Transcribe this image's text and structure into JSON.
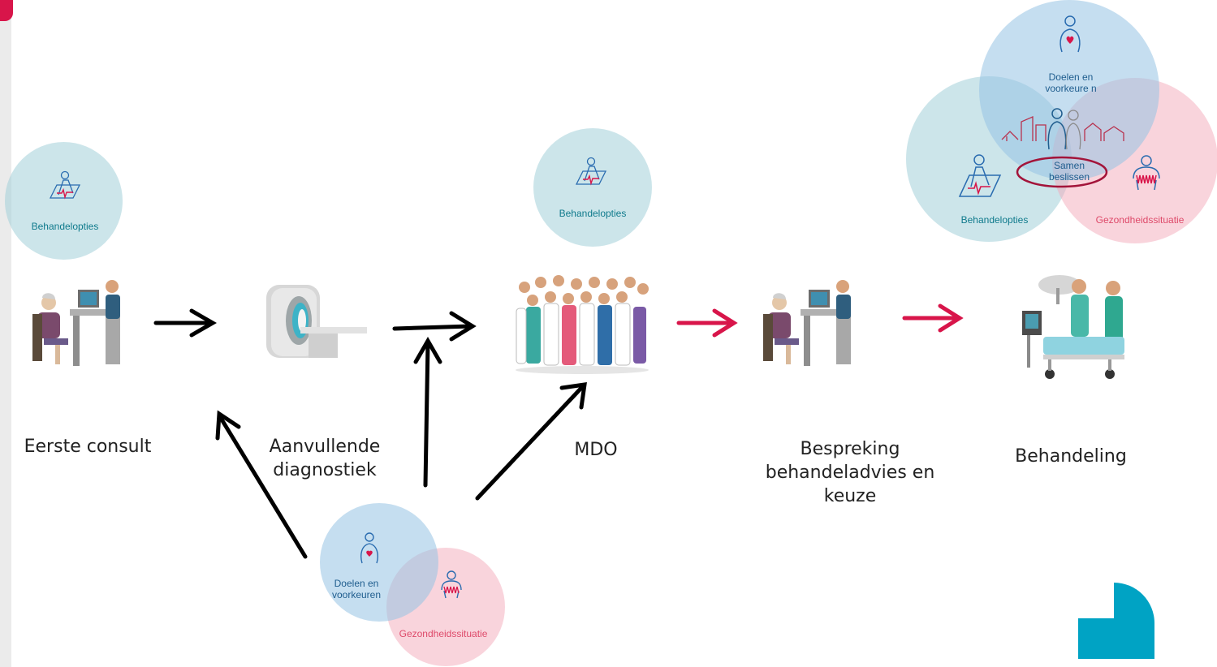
{
  "steps": {
    "eerste_consult": "Eerste consult",
    "aanvullende": "Aanvullende diagnostiek",
    "mdo": "MDO",
    "bespreking": "Bespreking behandeladvies en keuze",
    "behandeling": "Behandeling"
  },
  "bubbles": {
    "behandelopties": "Behandelopties",
    "doelen": "Doelen en voorkeuren",
    "gezondheid": "Gezondheidssituatie",
    "doelen_wrapped": "Doelen en voorkeure n",
    "samen": "Samen beslissen"
  },
  "colors": {
    "teal": "#a2d0d8",
    "blue": "#96c2e4",
    "pink": "#f4aaba",
    "arrow_black": "#000000",
    "arrow_red": "#d8154a",
    "logo": "#00a3c4"
  }
}
